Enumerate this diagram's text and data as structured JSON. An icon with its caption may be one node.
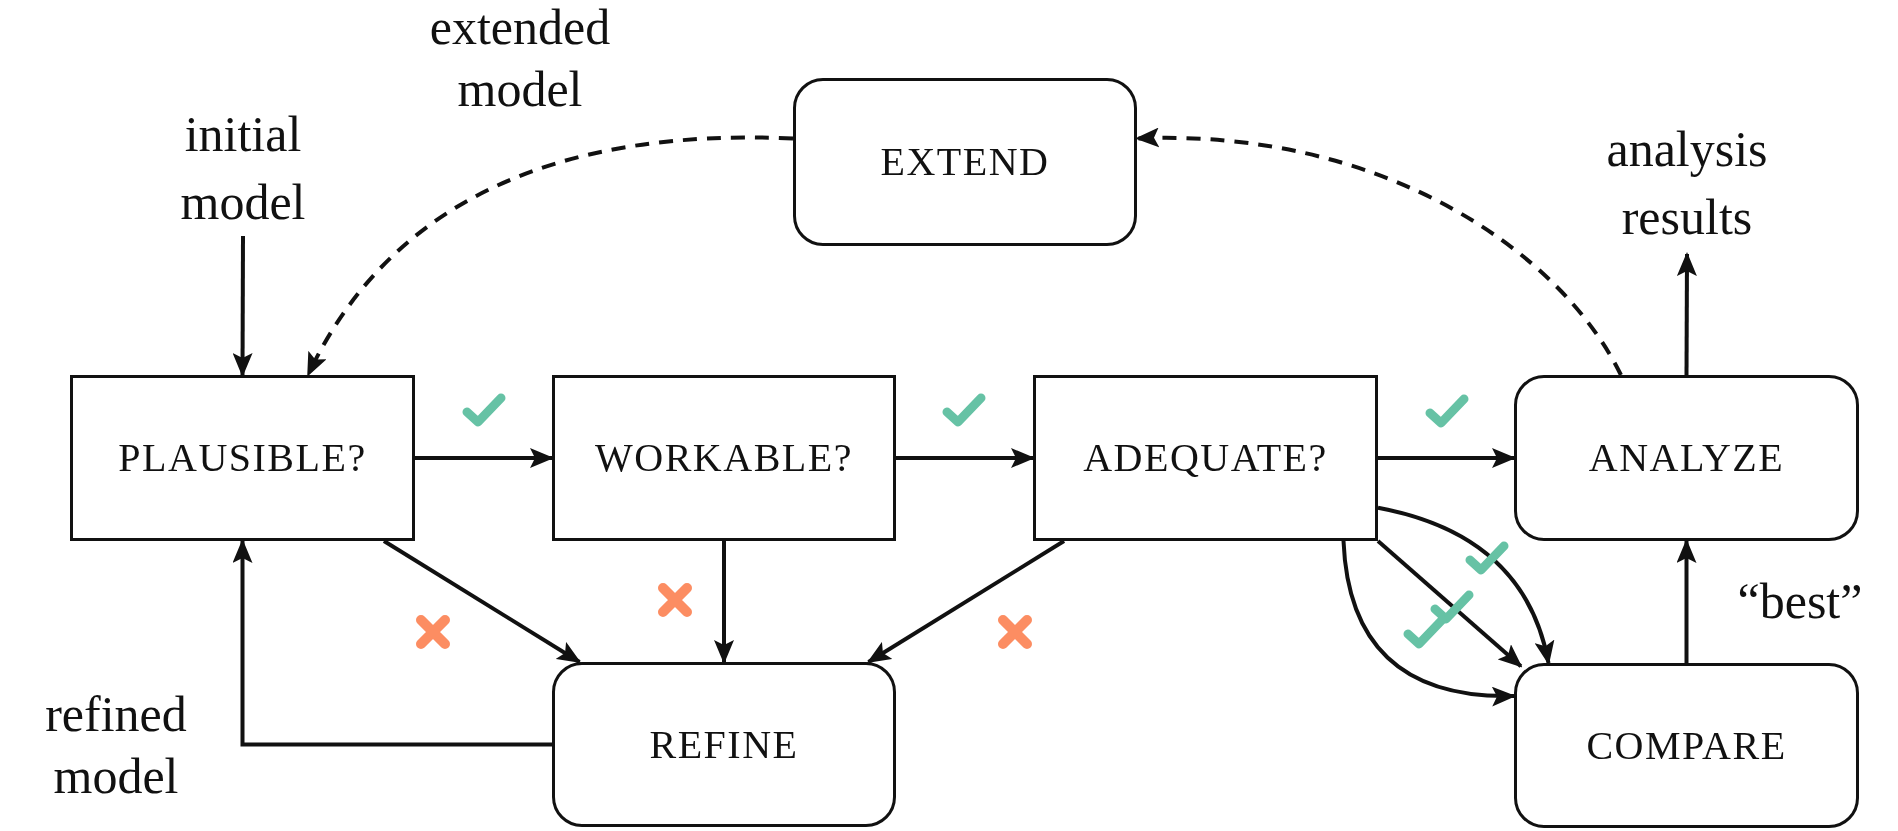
{
  "diagram": {
    "nodes": [
      {
        "text": [
          "initial model"
        ]
      },
      {
        "text": [
          "EXTEND"
        ]
      },
      {
        "text": [
          "analysis results"
        ]
      },
      {
        "text": [
          "PLAUSIBLE?"
        ]
      },
      {
        "text": [
          "WORKABLE?"
        ]
      },
      {
        "text": [
          "ADEQUATE?"
        ]
      },
      {
        "text": [
          "ANALYZE"
        ]
      },
      {
        "text": [
          "REFINE"
        ]
      },
      {
        "text": [
          "COMPARE"
        ]
      }
    ],
    "edges": [
      {
        "from": 0,
        "to": 3,
        "arrow": "to"
      },
      {
        "from": 1,
        "to": 3,
        "arrow": "to",
        "style": "dashed",
        "label": "extended model"
      },
      {
        "from": 6,
        "to": 1,
        "arrow": "to",
        "style": "dashed"
      },
      {
        "from": 3,
        "to": 4,
        "arrow": "to"
      },
      {
        "from": 4,
        "to": 5,
        "arrow": "to"
      },
      {
        "from": 5,
        "to": 6,
        "arrow": "to"
      },
      {
        "from": 3,
        "to": 7,
        "arrow": "to"
      },
      {
        "from": 4,
        "to": 7,
        "arrow": "to"
      },
      {
        "from": 5,
        "to": 7,
        "arrow": "to"
      },
      {
        "from": 7,
        "to": 3,
        "arrow": "to",
        "label": "refined model"
      },
      {
        "from": 5,
        "to": 8,
        "arrow": "to"
      },
      {
        "from": 5,
        "to": 8,
        "arrow": "to"
      },
      {
        "from": 5,
        "to": 8,
        "arrow": "to"
      },
      {
        "from": 8,
        "to": 6,
        "arrow": "to",
        "label": "“best”"
      },
      {
        "from": 6,
        "to": 2,
        "arrow": "to"
      }
    ]
  }
}
